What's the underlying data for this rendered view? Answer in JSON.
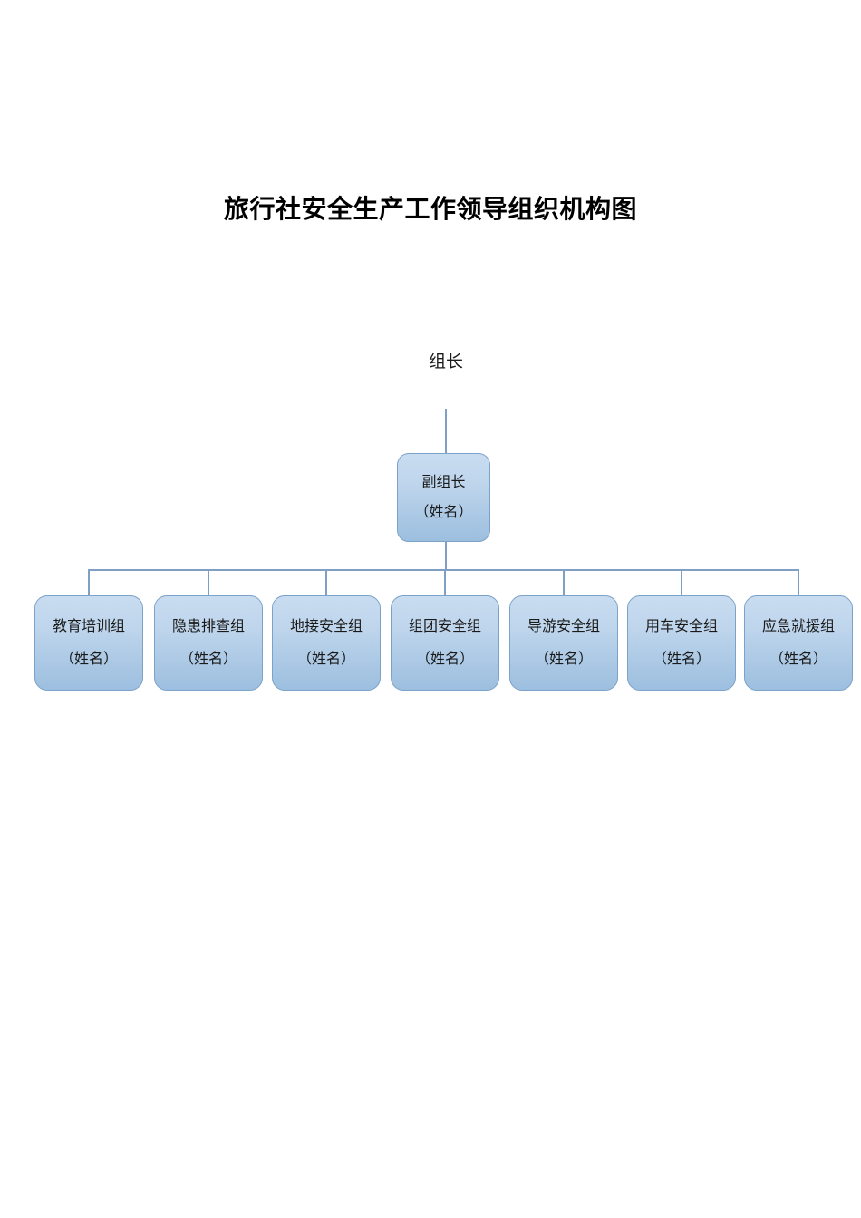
{
  "document": {
    "title": "旅行社安全生产工作领导组织机构图"
  },
  "chart": {
    "type": "org-chart",
    "root": {
      "label": "组长",
      "style": "plain-text"
    },
    "deputy": {
      "title": "副组长",
      "name_placeholder": "（姓名）"
    },
    "leaves": [
      {
        "title": "教育培训组",
        "name_placeholder": "（姓名）"
      },
      {
        "title": "隐患排查组",
        "name_placeholder": "（姓名）"
      },
      {
        "title": "地接安全组",
        "name_placeholder": "（姓名）"
      },
      {
        "title": "组团安全组",
        "name_placeholder": "（姓名）"
      },
      {
        "title": "导游安全组",
        "name_placeholder": "（姓名）"
      },
      {
        "title": "用车安全组",
        "name_placeholder": "（姓名）"
      },
      {
        "title": "应急就援组",
        "name_placeholder": "（姓名）"
      }
    ]
  },
  "colors": {
    "box_fill_top": "#c9dcf0",
    "box_fill_bottom": "#9dbfdf",
    "box_border": "#7ba2c9",
    "connector": "#7f9fc4",
    "text": "#1a1a1a",
    "page_background": "#ffffff"
  }
}
